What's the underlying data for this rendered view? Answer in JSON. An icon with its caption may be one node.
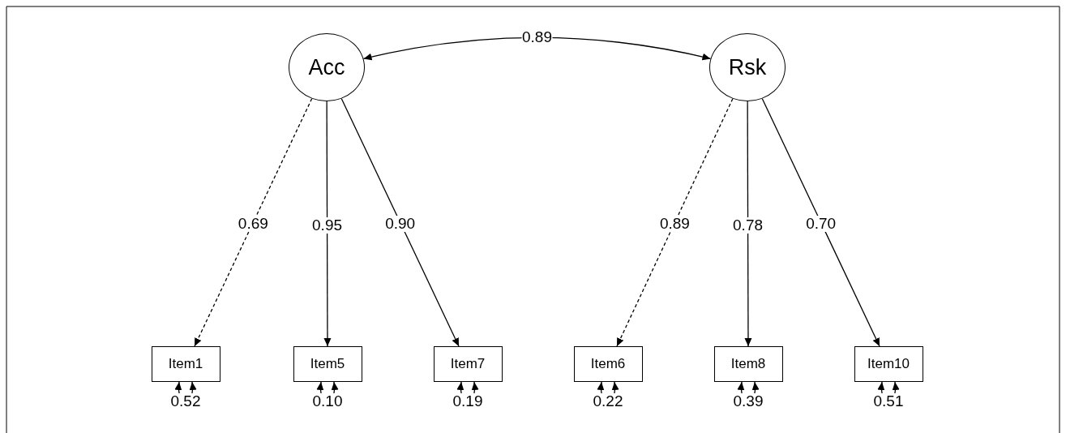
{
  "diagram": {
    "nodes": [
      {
        "text": [
          "Acc"
        ]
      },
      {
        "text": [
          "Rsk"
        ]
      },
      {
        "text": [
          "Item1"
        ]
      },
      {
        "text": [
          "Item5"
        ]
      },
      {
        "text": [
          "Item7"
        ]
      },
      {
        "text": [
          "Item6"
        ]
      },
      {
        "text": [
          "Item8"
        ]
      },
      {
        "text": [
          "Item10"
        ]
      }
    ],
    "edges": [
      {
        "from": 0,
        "to": 1,
        "arrow": "both",
        "label": "0.89"
      },
      {
        "from": 0,
        "to": 2,
        "arrow": "to",
        "label": "0.69",
        "style": "dashed"
      },
      {
        "from": 0,
        "to": 3,
        "arrow": "to",
        "label": "0.95"
      },
      {
        "from": 0,
        "to": 4,
        "arrow": "to",
        "label": "0.90"
      },
      {
        "from": 1,
        "to": 5,
        "arrow": "to",
        "label": "0.89",
        "style": "dashed"
      },
      {
        "from": 1,
        "to": 6,
        "arrow": "to",
        "label": "0.78"
      },
      {
        "from": 1,
        "to": 7,
        "arrow": "to",
        "label": "0.70"
      },
      {
        "from": 2,
        "to": 2,
        "arrow": "both",
        "label": "0.52"
      },
      {
        "from": 3,
        "to": 3,
        "arrow": "both",
        "label": "0.10"
      },
      {
        "from": 4,
        "to": 4,
        "arrow": "both",
        "label": "0.19"
      },
      {
        "from": 5,
        "to": 5,
        "arrow": "both",
        "label": "0.22"
      },
      {
        "from": 6,
        "to": 6,
        "arrow": "both",
        "label": "0.39"
      },
      {
        "from": 7,
        "to": 7,
        "arrow": "both",
        "label": "0.51"
      }
    ]
  }
}
